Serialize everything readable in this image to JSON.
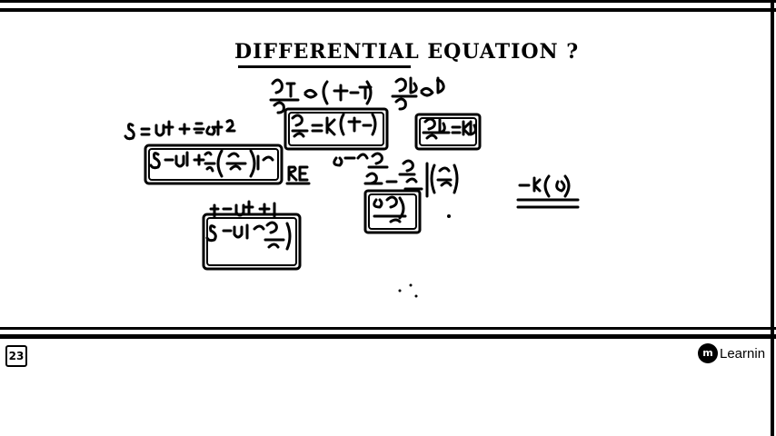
{
  "board": {
    "title": "DIFFERENTIAL EQUATION ?"
  },
  "footer": {
    "corner_icon_label": "23",
    "logo_mark": "m",
    "logo_text": "Learnin"
  }
}
